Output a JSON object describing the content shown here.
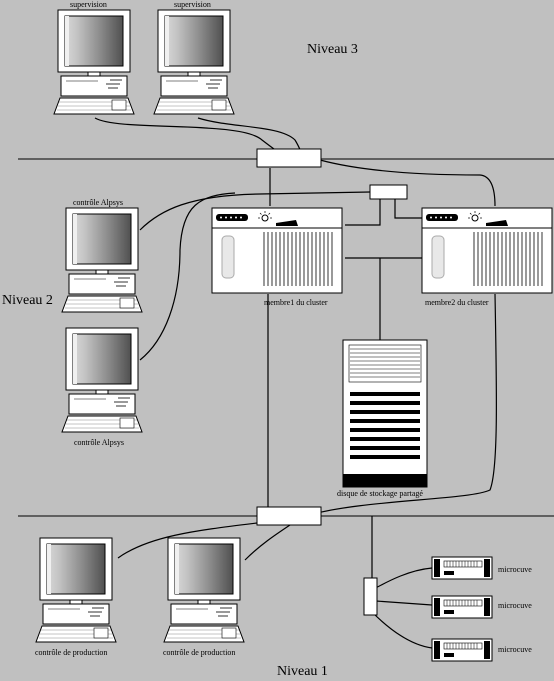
{
  "levels": {
    "level3": "Niveau 3",
    "level2": "Niveau 2",
    "level1": "Niveau 1"
  },
  "workstations": {
    "supervision_left": "supervision",
    "supervision_right": "supervision",
    "control_top": "contrôle Alpsys",
    "control_bottom": "contrôle Alpsys",
    "production_left": "contrôle de production",
    "production_right": "contrôle de production"
  },
  "servers": {
    "member1": "membre1 du cluster",
    "member2": "membre2 du cluster",
    "storage": "disque de stockage partagé"
  },
  "microcuves": [
    "microcuve",
    "microcuve",
    "microcuve"
  ],
  "icons": [
    "workstation-icon",
    "server-icon",
    "hub-icon",
    "disk-array-icon",
    "microcuve-icon"
  ],
  "colors": {
    "background": "#c0c0c0",
    "line": "#000000",
    "device": "#ffffff"
  }
}
